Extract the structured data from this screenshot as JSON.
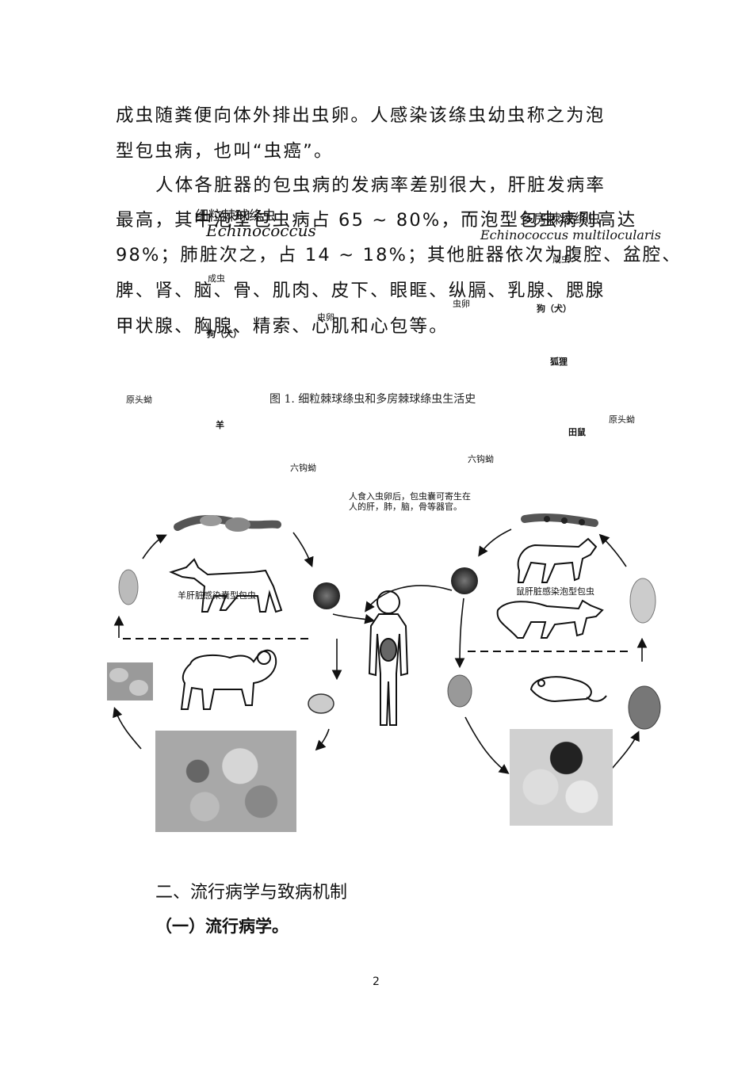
{
  "paragraphs": {
    "line1": "成虫随粪便向体外排出虫卵。人感染该绦虫幼虫称之为泡",
    "line2": "型包虫病，也叫“虫癌”。",
    "line3": "人体各脏器的包虫病的发病率差别很大，肝脏发病率",
    "line4": "最高，其中泡型包虫病占 65 ~ 80%，而泡型包虫病则高达",
    "line5": "98%；肺脏次之，占 14 ~ 18%；其他脏器依次为腹腔、盆腔、",
    "line6": "脾、肾、脑、骨、肌肉、皮下、眼眶、纵膈、乳腺、腮腺",
    "line7": "甲状腺、胸腺、精索、心肌和心包等。"
  },
  "figure": {
    "left_title": "细粒棘球绦虫",
    "left_latin": "Echinococcus",
    "right_title": "多房棘球绦虫",
    "right_latin": "Echinococcus multilocularis",
    "labels": {
      "adult_left": "成虫",
      "egg_left": "虫卵",
      "dog_left": "狗（犬）",
      "protoscolex_left": "原头蚴",
      "sheep": "羊",
      "oncosphere_left": "六钩蚴",
      "sheep_liver": "羊肝脏感染囊型包虫",
      "human_note": "人食入虫卵后，包虫囊可寄生在人的肝，肺，脑，骨等器官。",
      "adult_right": "成虫",
      "egg_right": "虫卵",
      "dog_right": "狗（犬）",
      "fox": "狐狸",
      "protoscolex_right": "原头蚴",
      "vole": "田鼠",
      "oncosphere_right": "六钩蚴",
      "mouse_liver": "鼠肝脏感染泡型包虫"
    },
    "caption": "图 1. 细粒棘球绦虫和多房棘球绦虫生活史"
  },
  "section": {
    "heading": "二、流行病学与致病机制",
    "subheading": "（一）流行病学。"
  },
  "page_number": "2"
}
